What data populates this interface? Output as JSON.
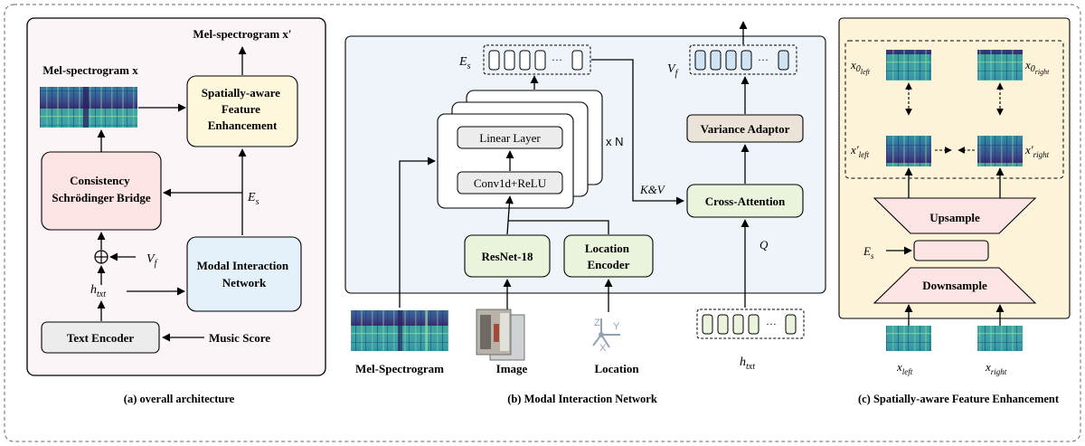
{
  "captions": {
    "a": "(a) overall architecture",
    "b": "(b) Modal Interaction Network",
    "c": "(c) Spatially-aware Feature Enhancement"
  },
  "panel_a": {
    "mel_out": "Mel-spectrogram x′",
    "mel_in": "Mel-spectrogram x",
    "sfe": [
      "Spatially-aware",
      "Feature",
      "Enhancement"
    ],
    "csb": [
      "Consistency",
      "Schrödinger Bridge"
    ],
    "es": "E",
    "es_sub": "s",
    "vf": "V",
    "vf_sub": "f",
    "htxt": "h",
    "htxt_sub": "txt",
    "mini": [
      "Modal Interaction",
      "Network"
    ],
    "text_encoder": "Text Encoder",
    "music_score": "Music Score",
    "plus": "⊕"
  },
  "panel_b": {
    "es": "E",
    "es_sub": "s",
    "vf": "V",
    "vf_sub": "f",
    "ellipsis": "···",
    "linear": "Linear Layer",
    "conv": "Conv1d+ReLU",
    "xn": "x N",
    "kv": "K&V",
    "q": "Q",
    "variance": "Variance Adaptor",
    "cross": "Cross-Attention",
    "resnet": "ResNet-18",
    "location_encoder": [
      "Location",
      "Encoder"
    ],
    "mel_label": "Mel-Spectrogram",
    "image_label": "Image",
    "location_label": "Location",
    "axis_z": "Z",
    "axis_y": "Y",
    "axis_x": "X",
    "htxt": "h",
    "htxt_sub": "txt"
  },
  "panel_c": {
    "x0left": "x",
    "x0left_sub": "0",
    "x0left_subsub": "left",
    "x0right": "x",
    "x0right_sub": "0",
    "x0right_subsub": "right",
    "xpleft": "x′",
    "xpleft_sub": "left",
    "xpright": "x′",
    "xpright_sub": "right",
    "upsample": "Upsample",
    "downsample": "Downsample",
    "es": "E",
    "es_sub": "s",
    "xleft": "x",
    "xleft_sub": "left",
    "xright": "x",
    "xright_sub": "right"
  }
}
